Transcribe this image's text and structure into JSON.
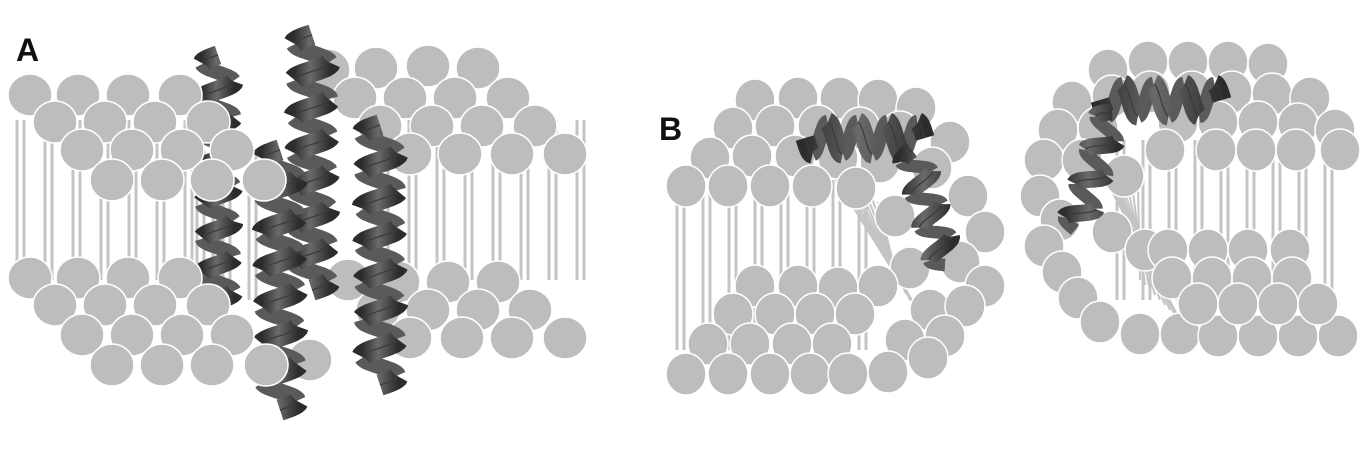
{
  "panels": [
    {
      "id": "A",
      "label": "A"
    },
    {
      "id": "B",
      "label": "B"
    }
  ],
  "colors": {
    "background": "#ffffff",
    "lipid_head": "#bdbdbd",
    "lipid_head_outline": "#ffffff",
    "lipid_tail": "#c4c4c4",
    "helix_dark": "#3a3a3a",
    "helix_mid": "#5a5a5a",
    "helix_light": "#8a8a8a",
    "label": "#111111"
  },
  "icons": {
    "lipid_head": "circle",
    "helix": "alpha-helix-ribbon"
  }
}
